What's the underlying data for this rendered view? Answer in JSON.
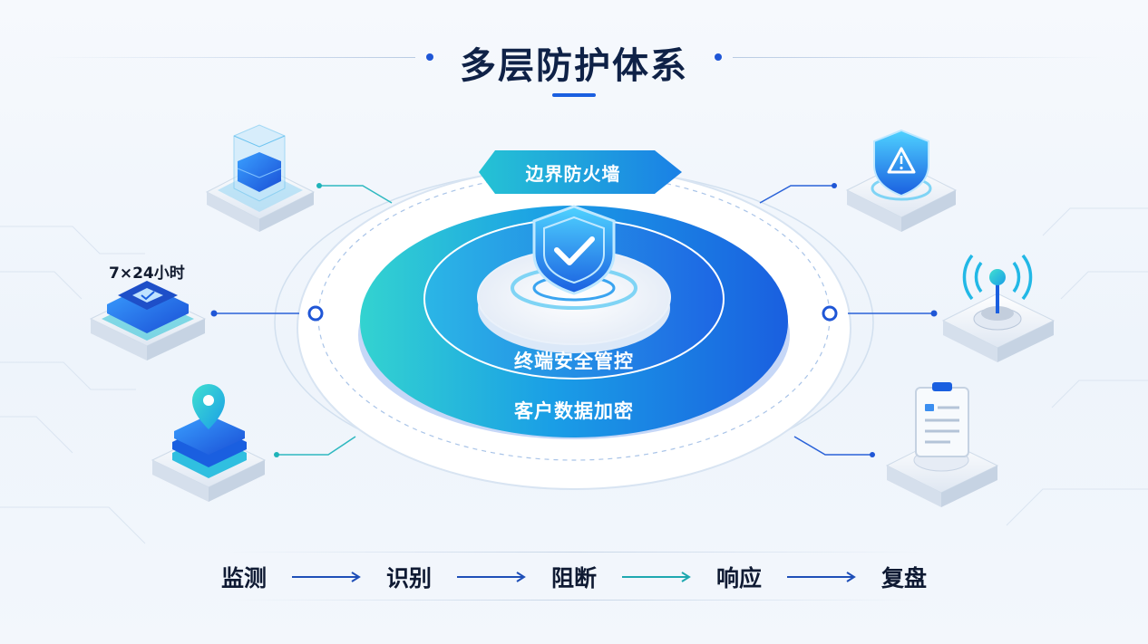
{
  "title": "多层防护体系",
  "layers": {
    "outer": "边界防火墙",
    "middle": "终端安全管控",
    "inner": "客户数据加密"
  },
  "side_labels": {
    "left_middle": "7×24小时"
  },
  "flow": {
    "steps": [
      "监测",
      "识别",
      "阻断",
      "响应",
      "复盘"
    ]
  },
  "colors": {
    "primary_blue": "#1a5fe0",
    "cyan": "#22c3d6",
    "navy": "#0f2247"
  },
  "icons": {
    "center": "shield-check-icon",
    "left_top": "server-stack-icon",
    "left_middle": "shield-check-card-icon",
    "left_bottom": "location-pin-stack-icon",
    "right_top": "warning-shield-icon",
    "right_middle": "radar-antenna-icon",
    "right_bottom": "clipboard-document-icon"
  }
}
